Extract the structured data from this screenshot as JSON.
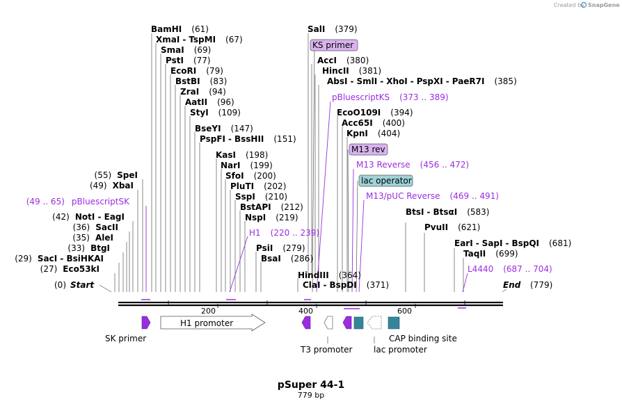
{
  "watermark": {
    "prefix": "Created by",
    "brand": "SnapGene"
  },
  "map": {
    "name": "pSuper 44-1",
    "length_label": "779 bp"
  },
  "start_label": "Start",
  "start_pos": "(0)",
  "end_label": "End",
  "end_pos": "(779)",
  "ruler_ticks": [
    "200",
    "400",
    "600"
  ],
  "sites_right": [
    {
      "names": [
        "BamHI"
      ],
      "pos": "(61)"
    },
    {
      "names": [
        "XmaI",
        "TspMI"
      ],
      "pos": "(67)"
    },
    {
      "names": [
        "SmaI"
      ],
      "pos": "(69)"
    },
    {
      "names": [
        "PstI"
      ],
      "pos": "(77)"
    },
    {
      "names": [
        "EcoRI"
      ],
      "pos": "(79)"
    },
    {
      "names": [
        "BstBI"
      ],
      "pos": "(83)"
    },
    {
      "names": [
        "ZraI"
      ],
      "pos": "(94)"
    },
    {
      "names": [
        "AatII"
      ],
      "pos": "(96)"
    },
    {
      "names": [
        "StyI"
      ],
      "pos": "(109)"
    },
    {
      "names": [
        "BseYI"
      ],
      "pos": "(147)"
    },
    {
      "names": [
        "PspFI",
        "BssHII"
      ],
      "pos": "(151)"
    },
    {
      "names": [
        "KasI"
      ],
      "pos": "(198)"
    },
    {
      "names": [
        "NarI"
      ],
      "pos": "(199)"
    },
    {
      "names": [
        "SfoI"
      ],
      "pos": "(200)"
    },
    {
      "names": [
        "PluTI"
      ],
      "pos": "(202)"
    },
    {
      "names": [
        "SspI"
      ],
      "pos": "(210)"
    },
    {
      "names": [
        "BstAPI"
      ],
      "pos": "(212)"
    },
    {
      "names": [
        "NspI"
      ],
      "pos": "(219)"
    },
    {
      "names": [
        "PsiI"
      ],
      "pos": "(279)"
    },
    {
      "names": [
        "BsaI"
      ],
      "pos": "(286)"
    },
    {
      "names": [
        "SalI"
      ],
      "pos": "(379)"
    },
    {
      "names": [
        "AccI"
      ],
      "pos": "(380)"
    },
    {
      "names": [
        "HincII"
      ],
      "pos": "(381)"
    },
    {
      "names": [
        "AbsI",
        "SmlI",
        "XhoI",
        "PspXI",
        "PaeR7I"
      ],
      "pos": "(385)"
    },
    {
      "names": [
        "EcoO109I"
      ],
      "pos": "(394)"
    },
    {
      "names": [
        "Acc65I"
      ],
      "pos": "(400)"
    },
    {
      "names": [
        "KpnI"
      ],
      "pos": "(404)"
    },
    {
      "names": [
        "HindIII"
      ],
      "pos": "(364)"
    },
    {
      "names": [
        "ClaI",
        "BspDI"
      ],
      "pos": "(371)"
    },
    {
      "names": [
        "BtsI",
        "BtsαI"
      ],
      "pos": "(583)"
    },
    {
      "names": [
        "PvuII"
      ],
      "pos": "(621)"
    },
    {
      "names": [
        "EarI",
        "SapI",
        "BspQI"
      ],
      "pos": "(681)"
    },
    {
      "names": [
        "TaqII"
      ],
      "pos": "(699)"
    }
  ],
  "sites_left": [
    {
      "names": [
        "SpeI"
      ],
      "pos": "(55)"
    },
    {
      "names": [
        "XbaI"
      ],
      "pos": "(49)"
    },
    {
      "names": [
        "NotI",
        "EagI"
      ],
      "pos": "(42)"
    },
    {
      "names": [
        "SacII"
      ],
      "pos": "(36)"
    },
    {
      "names": [
        "AleI"
      ],
      "pos": "(35)"
    },
    {
      "names": [
        "BtgI"
      ],
      "pos": "(33)"
    },
    {
      "names": [
        "SacI",
        "BsiHKAI"
      ],
      "pos": "(29)"
    },
    {
      "names": [
        "Eco53kI"
      ],
      "pos": "(27)"
    }
  ],
  "primer_labels": [
    {
      "text": "pBluescriptSK",
      "range": "(49 .. 65)"
    },
    {
      "text": "H1",
      "range": "(220 .. 239)"
    },
    {
      "text": "pBluescriptKS",
      "range": "(373 .. 389)"
    },
    {
      "text": "M13 Reverse",
      "range": "(456 .. 472)"
    },
    {
      "text": "M13/pUC Reverse",
      "range": "(469 .. 491)"
    },
    {
      "text": "L4440",
      "range": "(687 .. 704)"
    }
  ],
  "boxed_labels": [
    {
      "text": "KS primer",
      "fill": "#d9b3f0"
    },
    {
      "text": "M13 rev",
      "fill": "#d9b3f0"
    },
    {
      "text": "lac operator",
      "fill": "#9fd3d8"
    }
  ],
  "features": [
    {
      "name": "SK primer",
      "color": "#9a2de0"
    },
    {
      "name": "H1 promoter",
      "color": "#ffffff"
    },
    {
      "name": "T3 promoter",
      "color": "#ffffff"
    },
    {
      "name": "lac promoter",
      "color": "#ffffff"
    },
    {
      "name": "CAP binding site",
      "color": "#35859a"
    }
  ],
  "colors": {
    "primer": "#9a2de0",
    "feature_teal": "#35859a",
    "backbone": "#000000"
  }
}
